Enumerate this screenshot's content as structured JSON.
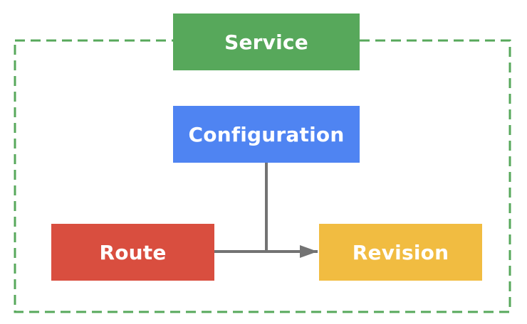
{
  "diagram": {
    "nodes": {
      "service": {
        "label": "Service",
        "color": "#57a85b"
      },
      "configuration": {
        "label": "Configuration",
        "color": "#4f84f2"
      },
      "route": {
        "label": "Route",
        "color": "#d94e3f"
      },
      "revision": {
        "label": "Revision",
        "color": "#f1bc41"
      }
    },
    "boundary": {
      "color": "#57a85b",
      "style": "dashed"
    },
    "connector_color": "#737373",
    "edges": [
      {
        "from": "configuration",
        "to": "revision"
      },
      {
        "from": "route",
        "to": "revision"
      }
    ]
  }
}
